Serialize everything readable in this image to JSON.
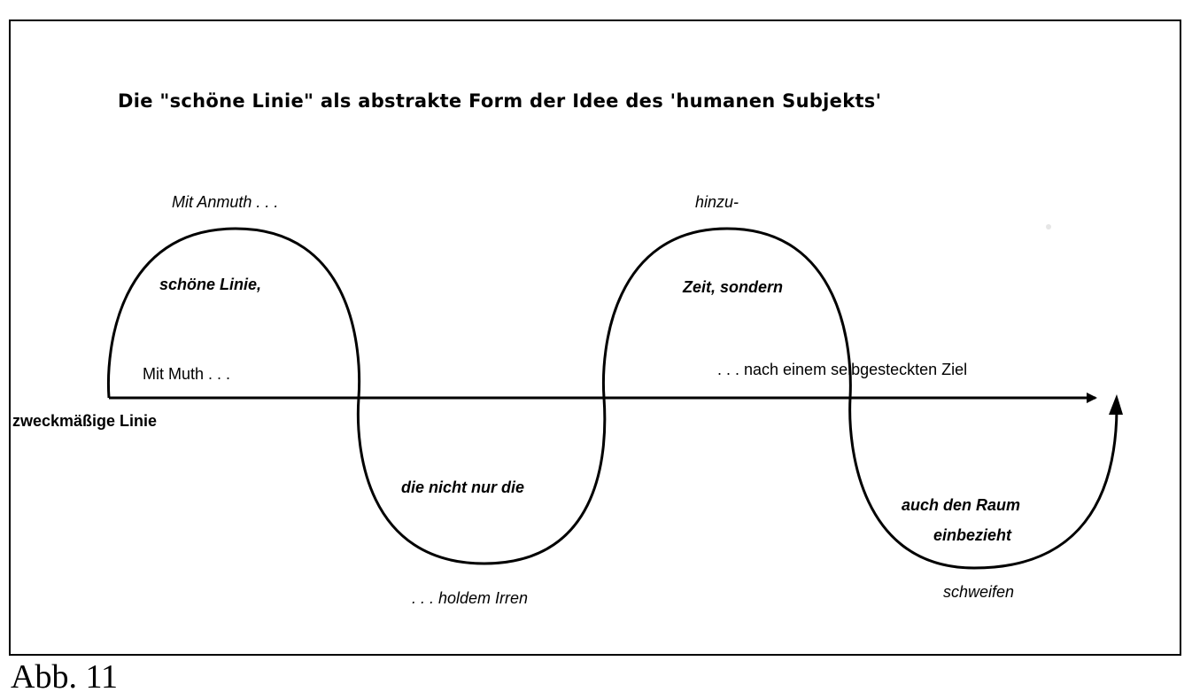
{
  "title": "Die \"schöne Linie\" als abstrakte Form der Idee des 'humanen Subjekts'",
  "labels": {
    "mit_anmuth": "Mit Anmuth . . .",
    "schoene_linie": "schöne Linie,",
    "mit_muth": "Mit Muth . . .",
    "zweckmaessige_linie": "zweckmäßige Linie",
    "die_nicht_nur_die": "die nicht nur die",
    "holdem_irren": ". . . holdem Irren",
    "hinzu": "hinzu-",
    "zeit_sondern": "Zeit, sondern",
    "nach_einem_ziel": ". . . nach  einem  selbgesteckten  Ziel",
    "auch_den_raum": "auch den Raum",
    "einbezieht": "einbezieht",
    "schweifen": "schweifen"
  },
  "caption": "Abb. 11"
}
